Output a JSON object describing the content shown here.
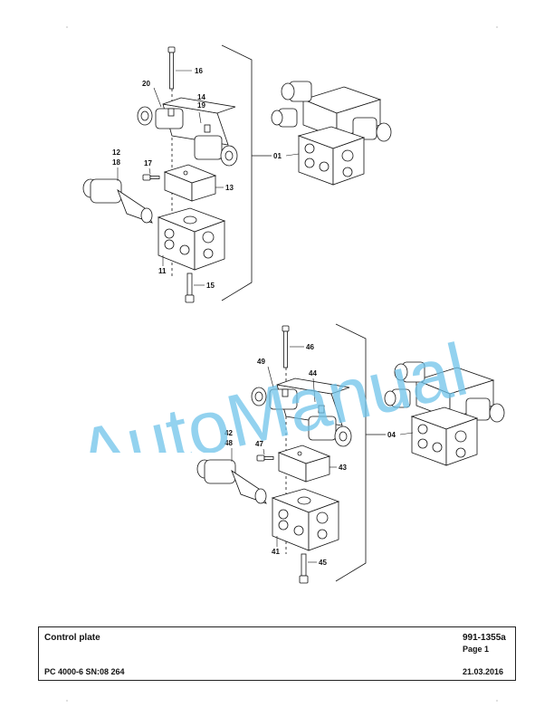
{
  "watermark": "AutoManual",
  "part_labels": {
    "p16": "16",
    "p20": "20",
    "p14": "14",
    "p19": "19",
    "p12": "12",
    "p18": "18",
    "p17": "17",
    "p13": "13",
    "p01": "01",
    "p11": "11",
    "p15": "15",
    "p46": "46",
    "p49": "49",
    "p44": "44",
    "p42": "42",
    "p48": "48",
    "p47": "47",
    "p43": "43",
    "p04": "04",
    "p41": "41",
    "p45": "45"
  },
  "title_block": {
    "title": "Control plate",
    "doc_number": "991-1355a",
    "page": "Page 1",
    "model": "PC 4000-6 SN:08 264",
    "date": "21.03.2016"
  }
}
